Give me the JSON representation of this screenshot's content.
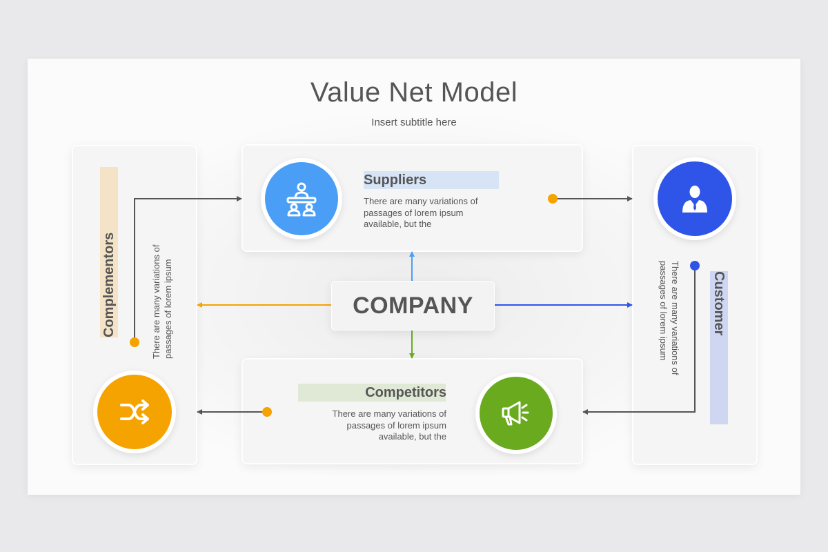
{
  "title": "Value Net Model",
  "subtitle": "Insert subtitle here",
  "center": "COMPANY",
  "suppliers": {
    "label": "Suppliers",
    "text": [
      "There are many variations of",
      "passages of lorem ipsum",
      "available, but the"
    ],
    "color": "#4a9ef5",
    "highlight": "#d6e4f6",
    "icon": "meeting-table-icon"
  },
  "competitors": {
    "label": "Competitors",
    "text": [
      "There are many variations of",
      "passages of lorem ipsum",
      "available, but the"
    ],
    "color": "#6aaa1e",
    "highlight": "#dfe9d6",
    "icon": "megaphone-icon"
  },
  "complementors": {
    "label": "Complementors",
    "text": [
      "There are many variations of",
      "passages of lorem ipsum"
    ],
    "color": "#f5a300",
    "highlight": "#f4e3c6",
    "icon": "shuffle-icon"
  },
  "customer": {
    "label": "Customer",
    "text": [
      "There are many variations of",
      "passages of lorem ipsum"
    ],
    "color": "#2f54e8",
    "highlight": "#cfd6f1",
    "icon": "businessman-icon"
  }
}
